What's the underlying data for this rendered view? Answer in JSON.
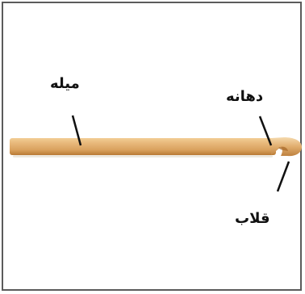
{
  "labels": {
    "shaft": "میله",
    "throat": "دهانه",
    "hook": "قلاب"
  },
  "colors": {
    "frame": "#5b5b5b",
    "hook_body": "#d9a15d",
    "hook_highlight": "#f2cd94",
    "hook_shadow": "#b97a35",
    "leader_line": "#111111"
  }
}
